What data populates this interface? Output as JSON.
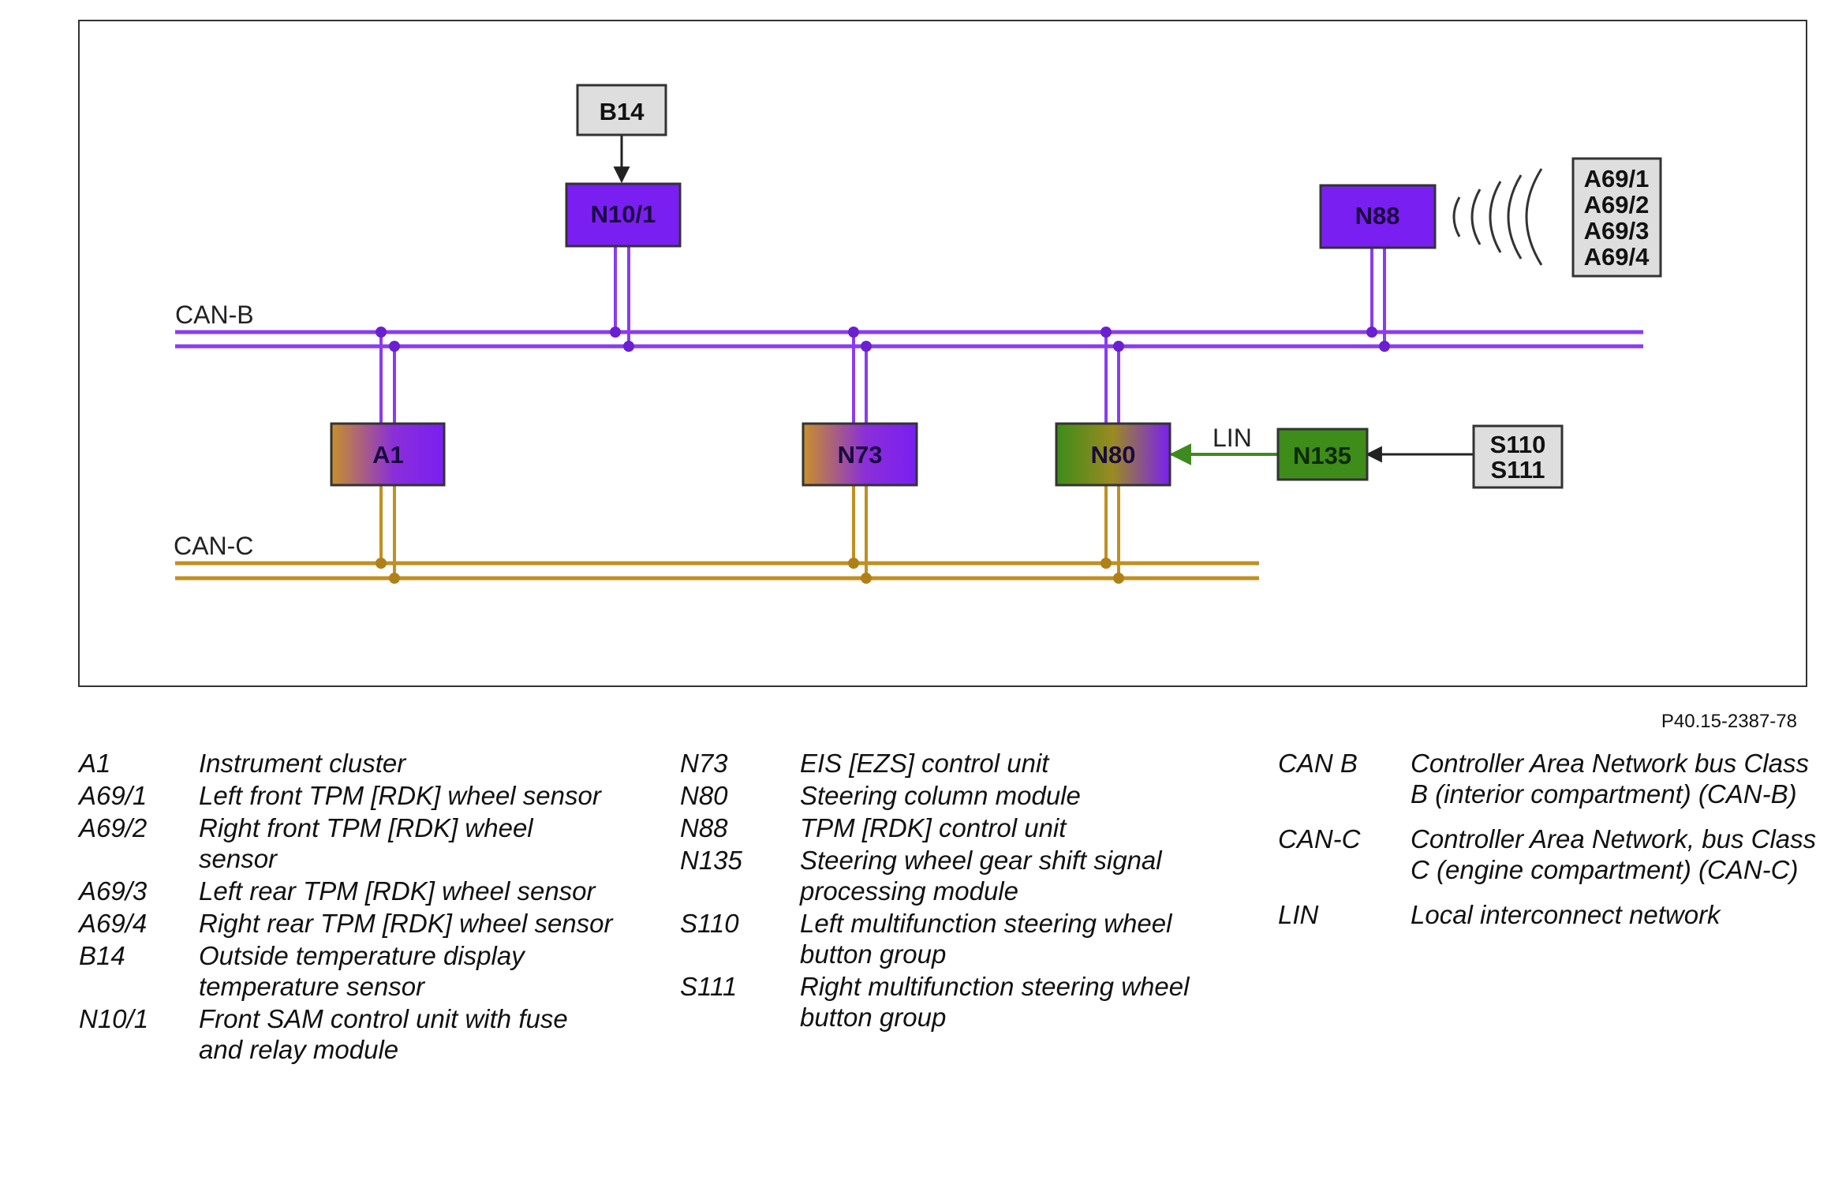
{
  "diagram": {
    "blocks": {
      "b14": "B14",
      "n10_1": "N10/1",
      "n88": "N88",
      "a69": [
        "A69/1",
        "A69/2",
        "A69/3",
        "A69/4"
      ],
      "a1": "A1",
      "n73": "N73",
      "n80": "N80",
      "n135": "N135",
      "s110_s111": [
        "S110",
        "S111"
      ]
    },
    "bus_labels": {
      "can_b": "CAN-B",
      "can_c": "CAN-C",
      "lin": "LIN"
    },
    "figure_ref": "P40.15-2387-78",
    "colors": {
      "can_b": "#8a3cf0",
      "can_c": "#c09020",
      "lin": "#3f8a1e",
      "purple_block": "#7a1ff2",
      "green_block": "#3e8c1a",
      "orange_block": "#c58a2a",
      "grey_block": "#dedede"
    }
  },
  "legend": {
    "columns": [
      [
        {
          "code": "A1",
          "desc": "Instrument cluster"
        },
        {
          "code": "A69/1",
          "desc": "Left front TPM [RDK] wheel sensor"
        },
        {
          "code": "A69/2",
          "desc": "Right front TPM [RDK] wheel sensor"
        },
        {
          "code": "A69/3",
          "desc": "Left rear TPM [RDK] wheel sensor"
        },
        {
          "code": "A69/4",
          "desc": "Right rear TPM [RDK] wheel sensor"
        },
        {
          "code": "B14",
          "desc": "Outside temperature display temperature sensor"
        },
        {
          "code": "N10/1",
          "desc": "Front SAM control unit with fuse and relay module"
        }
      ],
      [
        {
          "code": "N73",
          "desc": "EIS [EZS] control unit"
        },
        {
          "code": "N80",
          "desc": "Steering column module"
        },
        {
          "code": "N88",
          "desc": "TPM [RDK] control unit"
        },
        {
          "code": "N135",
          "desc": "Steering wheel gear shift signal processing module"
        },
        {
          "code": "S110",
          "desc": "Left multifunction steering wheel button group"
        },
        {
          "code": "S111",
          "desc": "Right multifunction steering wheel button group"
        }
      ],
      [
        {
          "code": "CAN B",
          "desc": "Controller Area Network bus Class B (interior compartment) (CAN-B)"
        },
        {
          "code": "CAN-C",
          "desc": "Controller Area Network, bus Class C (engine compartment) (CAN-C)"
        },
        {
          "code": "LIN",
          "desc": "Local interconnect network"
        }
      ]
    ]
  }
}
